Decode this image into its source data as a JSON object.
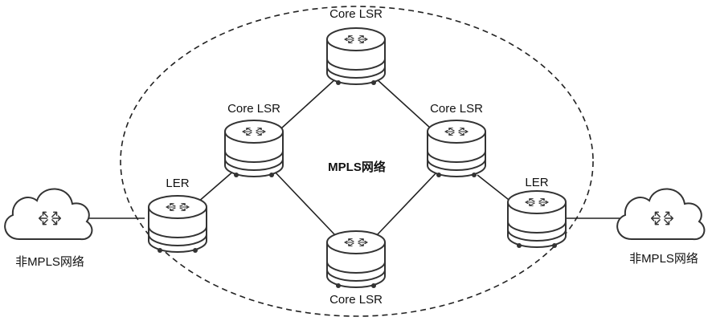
{
  "diagram": {
    "center_label": "MPLS网络",
    "nodes": {
      "core_top": "Core LSR",
      "core_left": "Core LSR",
      "core_right": "Core LSR",
      "core_bottom": "Core LSR",
      "ler_left": "LER",
      "ler_right": "LER",
      "cloud_left": "非MPLS网络",
      "cloud_right": "非MPLS网络"
    }
  },
  "colors": {
    "line": "#222222",
    "device_fill": "#ffffff",
    "device_stroke": "#333333"
  },
  "icons": {
    "router": "router-icon",
    "cloud": "cloud-icon"
  }
}
